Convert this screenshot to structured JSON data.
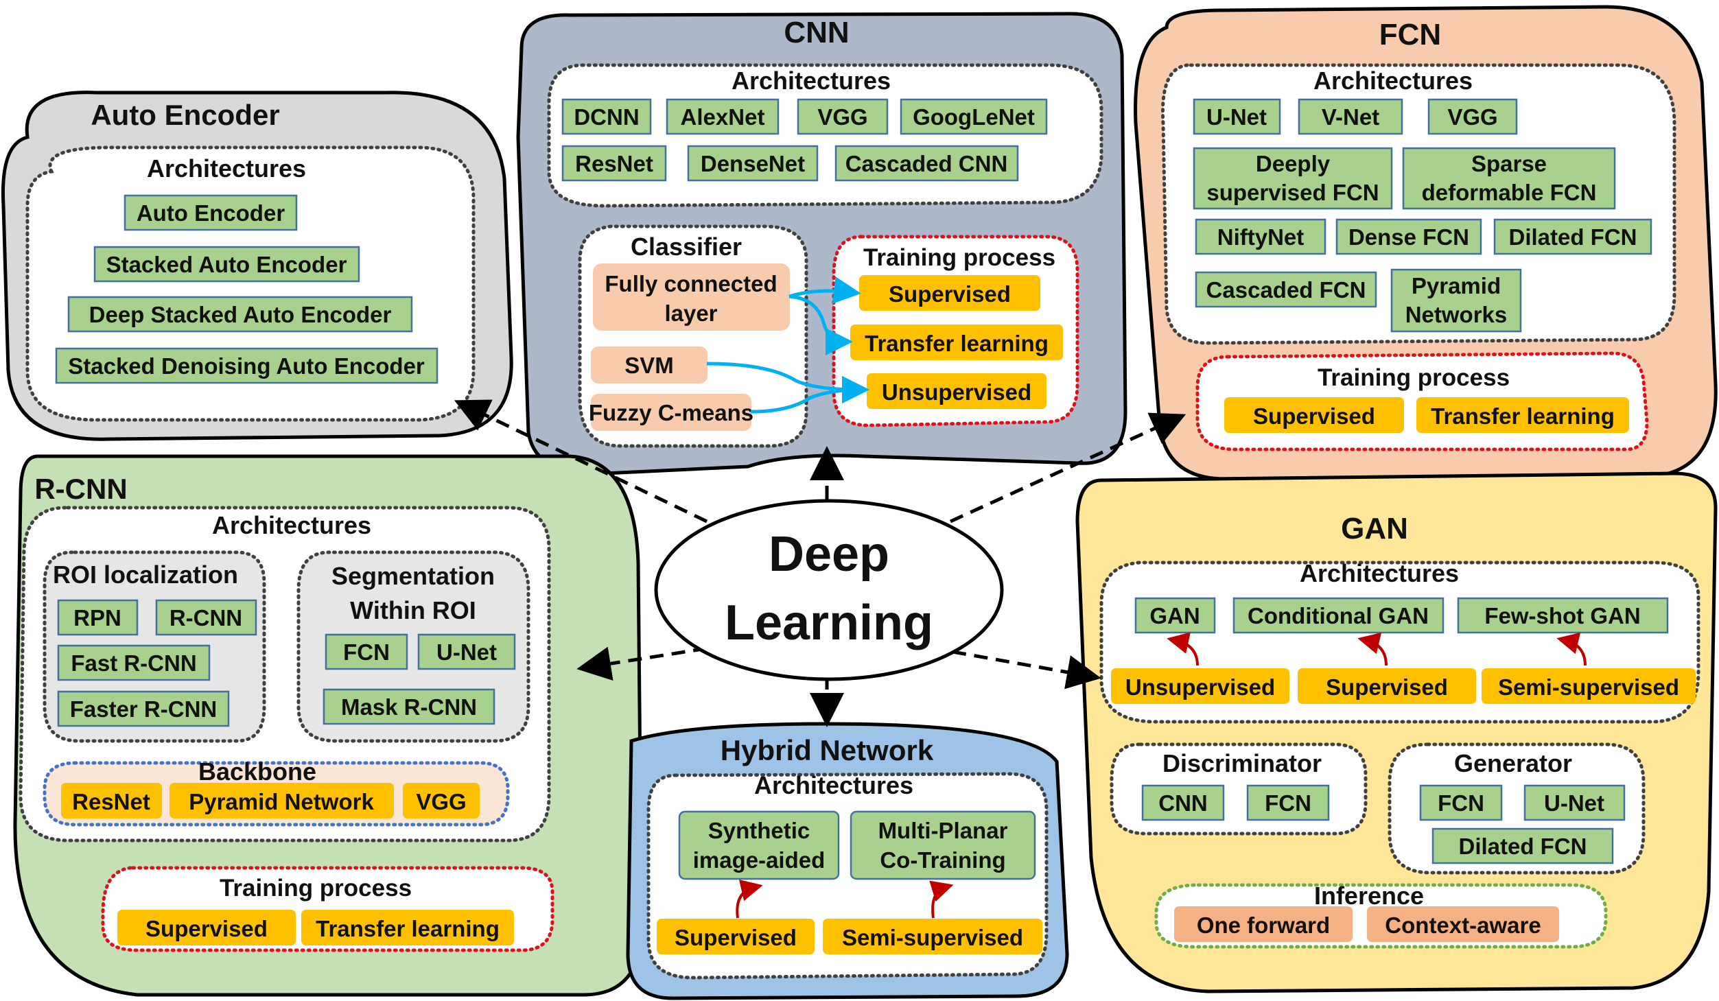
{
  "center": {
    "line1": "Deep",
    "line2": "Learning"
  },
  "cnn": {
    "title": "CNN",
    "arch_label": "Architectures",
    "architectures": [
      "DCNN",
      "AlexNet",
      "VGG",
      "GoogLeNet",
      "ResNet",
      "DenseNet",
      "Cascaded CNN"
    ],
    "classifier_label": "Classifier",
    "classifiers": {
      "fc_line1": "Fully connected",
      "fc_line2": "layer",
      "svm": "SVM",
      "fuzzy": "Fuzzy C-means"
    },
    "training_label": "Training process",
    "training": [
      "Supervised",
      "Transfer learning",
      "Unsupervised"
    ]
  },
  "fcn": {
    "title": "FCN",
    "arch_label": "Architectures",
    "row1": [
      "U-Net",
      "V-Net",
      "VGG"
    ],
    "deeply": {
      "l1": "Deeply",
      "l2": "supervised FCN"
    },
    "sparse": {
      "l1": "Sparse",
      "l2": "deformable FCN"
    },
    "row3": [
      "NiftyNet",
      "Dense FCN",
      "Dilated FCN"
    ],
    "cascaded": "Cascaded FCN",
    "pyramid": {
      "l1": "Pyramid",
      "l2": "Networks"
    },
    "training_label": "Training process",
    "training": [
      "Supervised",
      "Transfer learning"
    ]
  },
  "ae": {
    "title": "Auto Encoder",
    "arch_label": "Architectures",
    "architectures": [
      "Auto Encoder",
      "Stacked Auto Encoder",
      "Deep Stacked Auto Encoder",
      "Stacked Denoising Auto Encoder"
    ]
  },
  "rcnn": {
    "title": "R-CNN",
    "arch_label": "Architectures",
    "roi_label": "ROI localization",
    "roi": [
      "RPN",
      "R-CNN",
      "Fast R-CNN",
      "Faster R-CNN"
    ],
    "seg_label1": "Segmentation",
    "seg_label2": "Within ROI",
    "seg": [
      "FCN",
      "U-Net",
      "Mask R-CNN"
    ],
    "backbone_label": "Backbone",
    "backbone": [
      "ResNet",
      "Pyramid Network",
      "VGG"
    ],
    "training_label": "Training process",
    "training": [
      "Supervised",
      "Transfer learning"
    ]
  },
  "hybrid": {
    "title": "Hybrid Network",
    "arch_label": "Architectures",
    "synthetic": {
      "l1": "Synthetic",
      "l2": "image-aided"
    },
    "multi": {
      "l1": "Multi-Planar",
      "l2": "Co-Training"
    },
    "training": [
      "Supervised",
      "Semi-supervised"
    ]
  },
  "gan": {
    "title": "GAN",
    "arch_label": "Architectures",
    "architectures": [
      "GAN",
      "Conditional GAN",
      "Few-shot GAN"
    ],
    "training": [
      "Unsupervised",
      "Supervised",
      "Semi-supervised"
    ],
    "disc_label": "Discriminator",
    "disc": [
      "CNN",
      "FCN"
    ],
    "gen_label": "Generator",
    "gen": [
      "FCN",
      "U-Net",
      "Dilated FCN"
    ],
    "inf_label": "Inference",
    "inference": [
      "One forward",
      "Context-aware"
    ]
  },
  "colors": {
    "cnn_bg": "#adb9ca",
    "fcn_bg": "#f8cbad",
    "ae_bg": "#d9d9d9",
    "rcnn_bg": "#c5e0b4",
    "hybrid_bg": "#9dc3e6",
    "gan_bg": "#ffe699",
    "arch_box": "#a9d18e",
    "training_box": "#ffc000"
  }
}
